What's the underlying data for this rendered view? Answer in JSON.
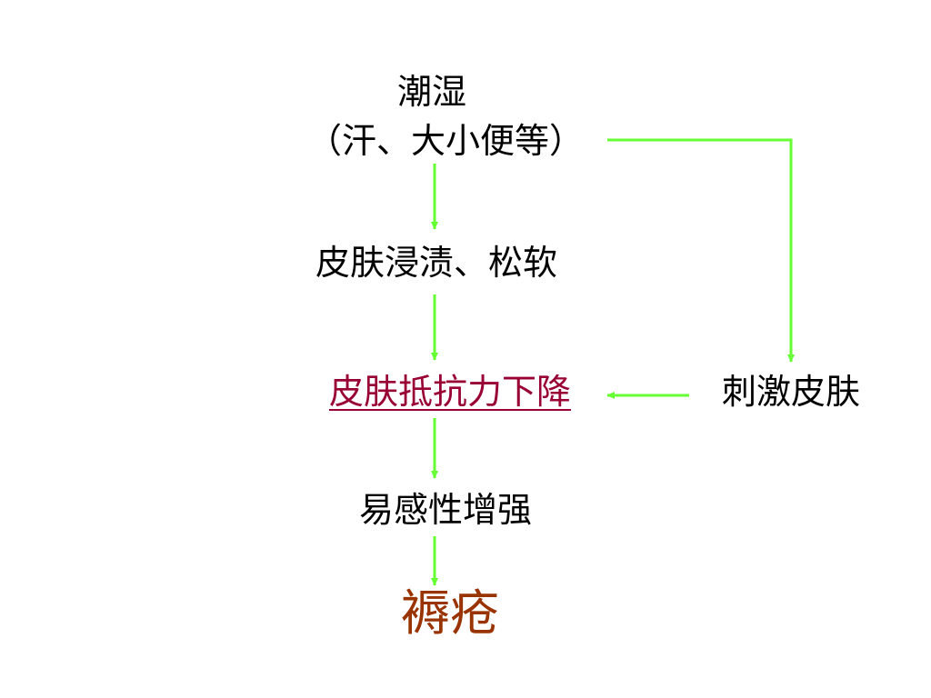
{
  "colors": {
    "text": "#000000",
    "highlight_text": "#990033",
    "outcome_text": "#993300",
    "arrow": "#66ff33"
  },
  "nodes": {
    "moisture_title": "潮湿",
    "moisture_detail": "（汗、大小便等）",
    "maceration": "皮肤浸渍、松软",
    "resistance_drop": "皮肤抵抗力下降",
    "skin_irritation": "刺激皮肤",
    "susceptibility": "易感性增强",
    "pressure_sore": "褥疮"
  }
}
